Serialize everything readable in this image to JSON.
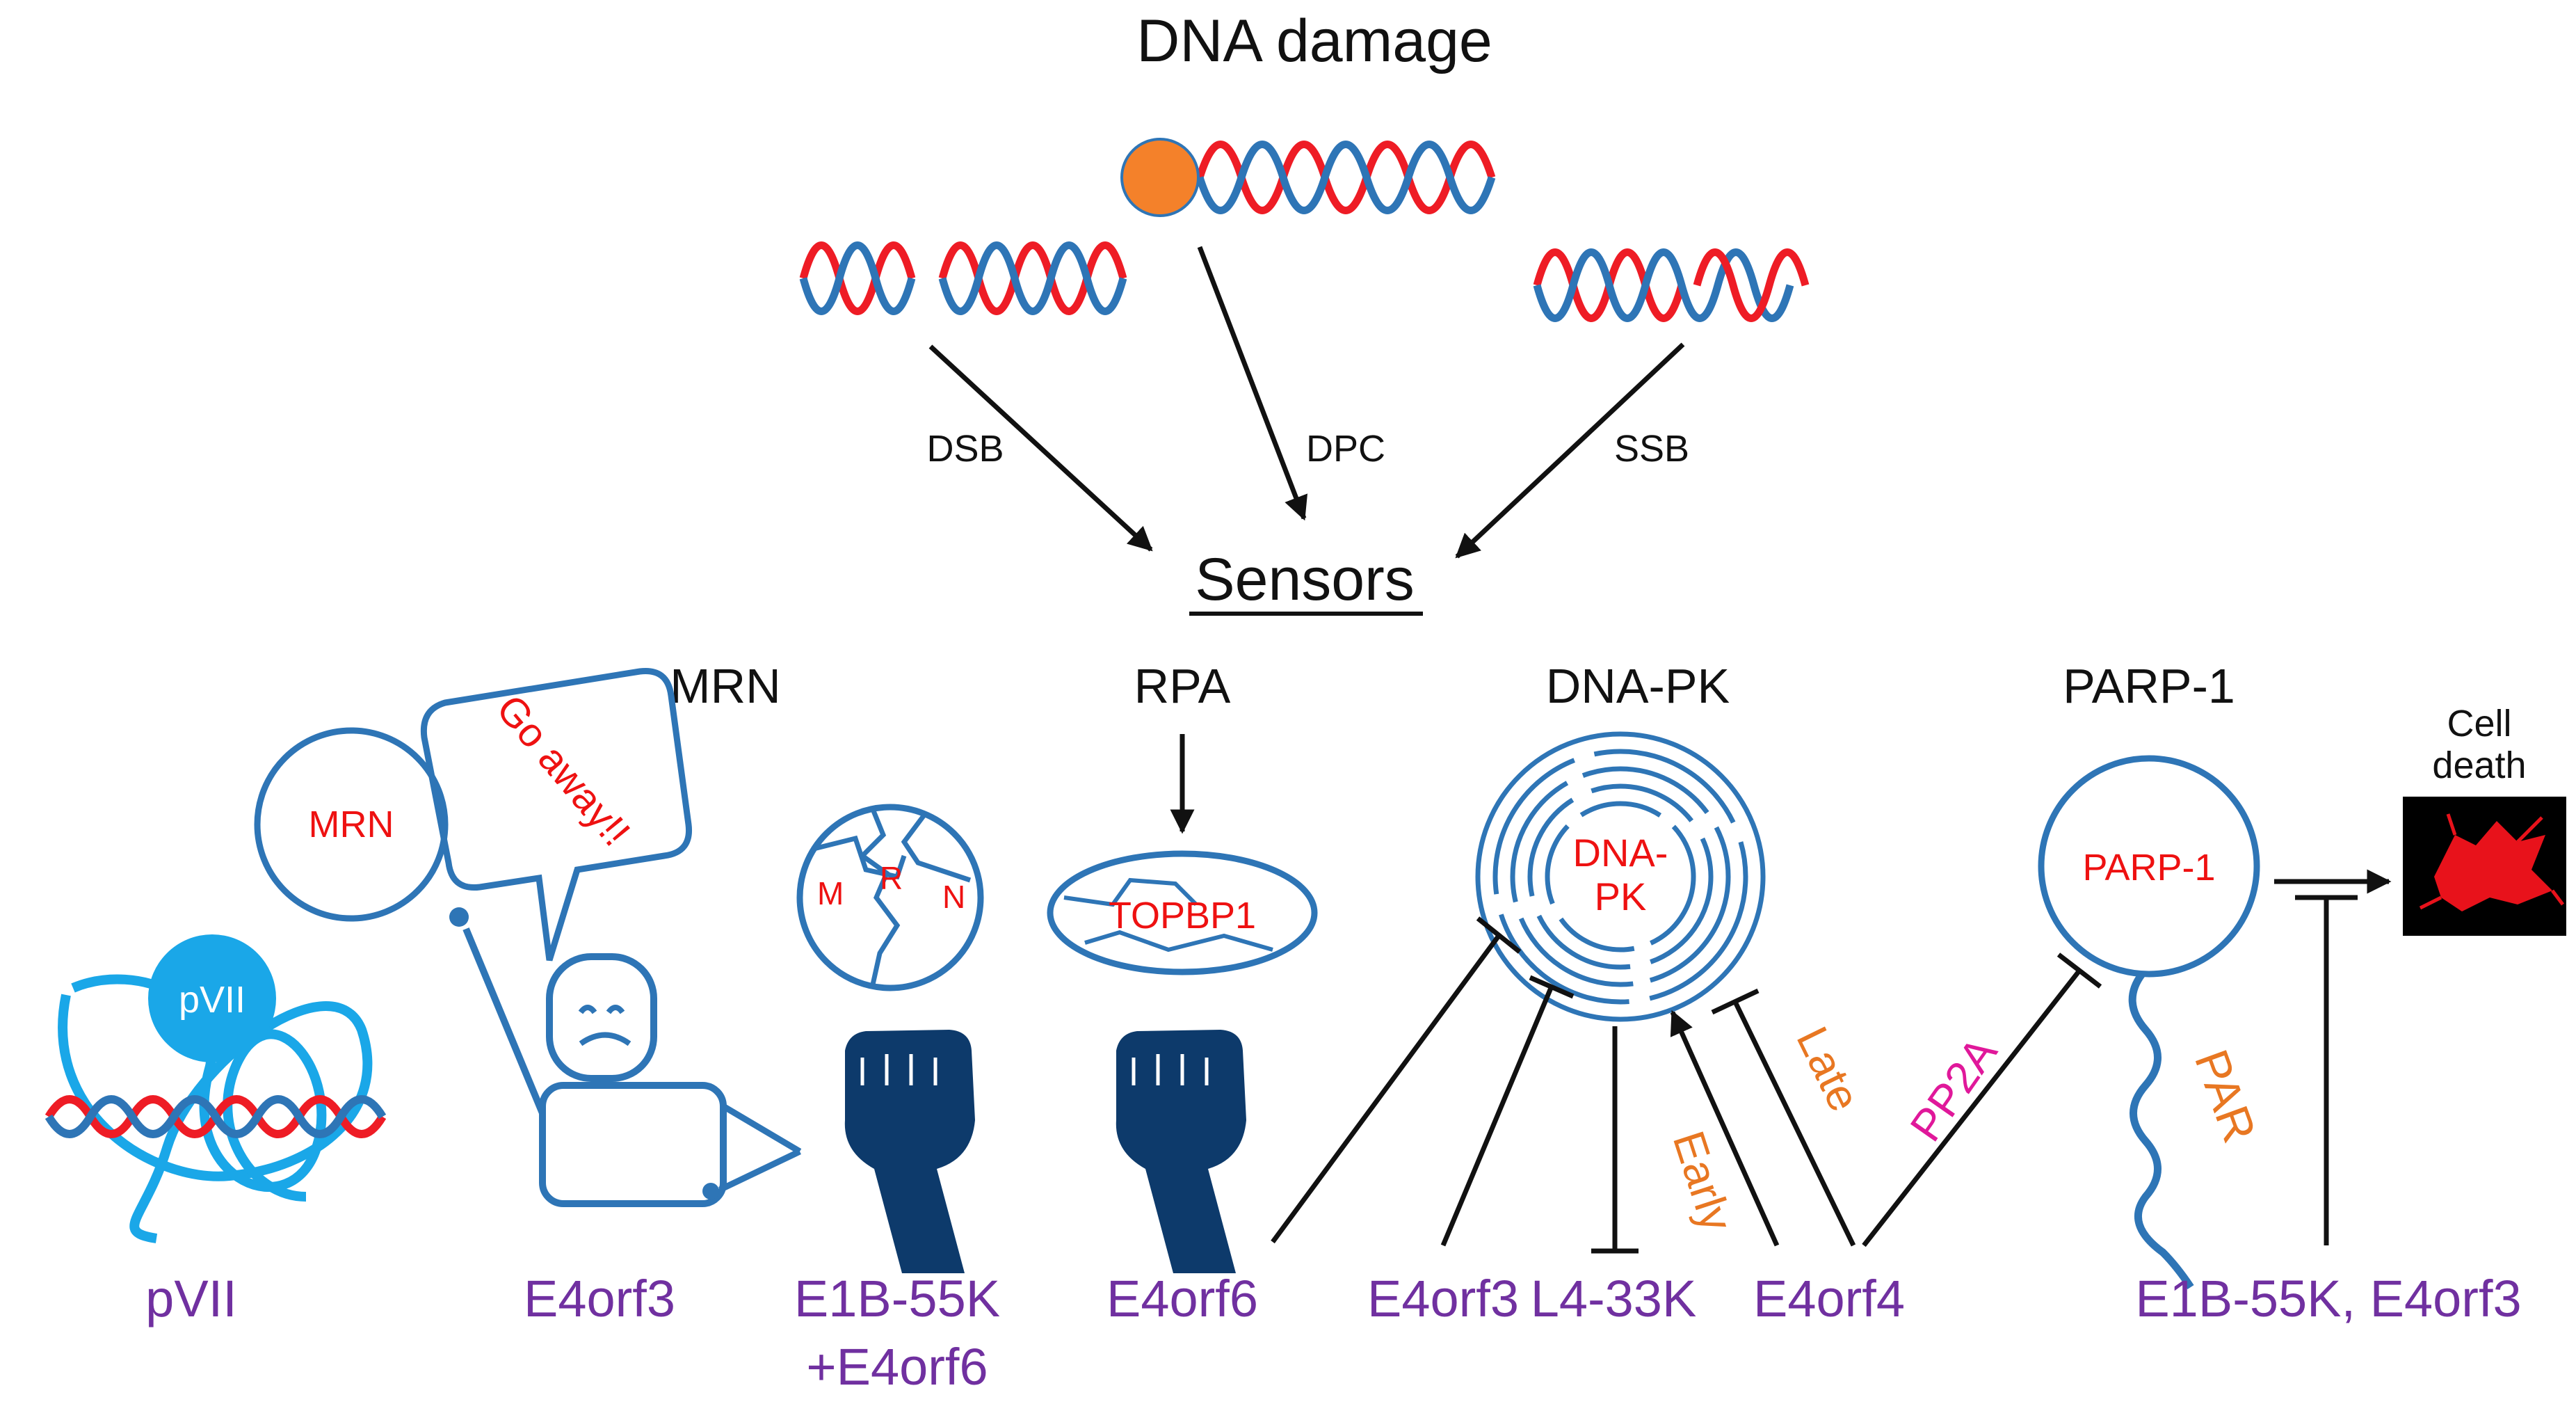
{
  "title": "DNA damage",
  "damage_types": {
    "dsb": "DSB",
    "dpc": "DPC",
    "ssb": "SSB"
  },
  "sensors_heading": "Sensors",
  "sensors": {
    "mrn": "MRN",
    "rpa": "RPA",
    "dnapk": "DNA-PK",
    "parp1": "PARP-1"
  },
  "inner_labels": {
    "mrn_circle": "MRN",
    "speech": "Go away!!",
    "m": "M",
    "r": "R",
    "n": "N",
    "topbp1": "TOPBP1",
    "dnapk_line1": "DNA-",
    "dnapk_line2": "PK",
    "parp1_circle": "PARP-1",
    "pvii_ball": "pVII"
  },
  "pathway_labels": {
    "early": "Early",
    "late": "Late",
    "pp2a": "PP2A",
    "par": "PAR"
  },
  "cell_death": {
    "line1": "Cell",
    "line2": "death"
  },
  "viral_proteins": {
    "pvii": "pVII",
    "e4orf3_a": "E4orf3",
    "e1b55k_e4orf6_line1": "E1B-55K",
    "e1b55k_e4orf6_line2": "+E4orf6",
    "e4orf6": "E4orf6",
    "e4orf3_b": "E4orf3",
    "l4_33k": "L4-33K",
    "e4orf4": "E4orf4",
    "e1b55k_e4orf3": "E1B-55K, E4orf3"
  },
  "colors": {
    "strand_red": "#ee1c25",
    "strand_blue": "#2e75b6",
    "viral_purple": "#7030a0",
    "adduct_orange": "#f4812a",
    "fist_navy": "#0d3a6b",
    "pvii_cyan": "#1aa7e8"
  }
}
